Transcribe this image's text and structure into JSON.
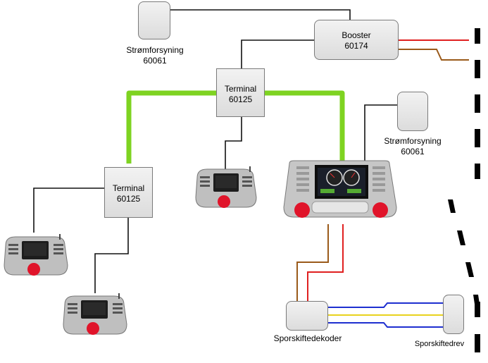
{
  "components": {
    "psu_top": {
      "label": "Strømforsyning",
      "model": "60061"
    },
    "booster": {
      "label": "Booster",
      "model": "60174"
    },
    "terminal_top": {
      "label": "Terminal",
      "model": "60125"
    },
    "terminal_left": {
      "label": "Terminal",
      "model": "60125"
    },
    "psu_right": {
      "label": "Strømforsyning",
      "model": "60061"
    },
    "decoder": {
      "label": "Sporskiftedekoder"
    },
    "turnout_drive": {
      "label": "Sporskiftedrev"
    }
  },
  "devices": [
    {
      "type": "mobile-station",
      "name": "handcontroller-top"
    },
    {
      "type": "mobile-station",
      "name": "handcontroller-left"
    },
    {
      "type": "mobile-station",
      "name": "handcontroller-bottom"
    },
    {
      "type": "central-station",
      "name": "central-station"
    }
  ],
  "colors": {
    "bus_green": "#7ed321",
    "wire_black": "#111111",
    "wire_red": "#e02020",
    "wire_brown": "#9a5a1a",
    "wire_blue": "#1e2fd0",
    "wire_yellow": "#e8d21e"
  }
}
